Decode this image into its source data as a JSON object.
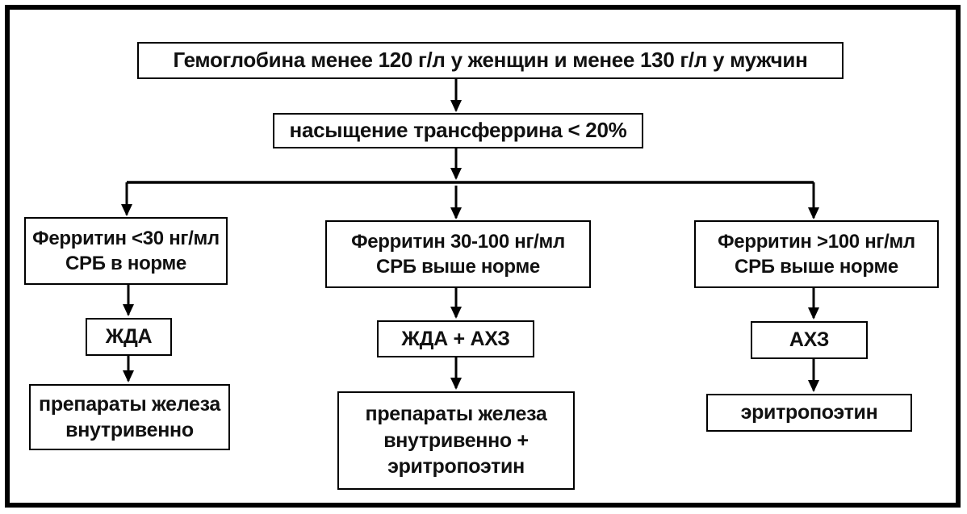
{
  "colors": {
    "background": "#ffffff",
    "frame": "#000000",
    "box_border": "#000000",
    "arrow": "#000000",
    "text": "#111111"
  },
  "nodes": {
    "hemoglobin_criteria": {
      "text": "Гемоглобина менее 120 г/л у женщин и менее 130 г/л у мужчин"
    },
    "transferrin_saturation": {
      "text": "насыщение трансферрина < 20%"
    },
    "branch_left_condition": {
      "line1": "Ферритин <30 нг/мл",
      "line2": "СРБ в норме"
    },
    "branch_middle_condition": {
      "line1": "Ферритин 30-100 нг/мл",
      "line2": "СРБ выше норме"
    },
    "branch_right_condition": {
      "line1": "Ферритин >100 нг/мл",
      "line2": "СРБ выше норме"
    },
    "diagnosis_left": {
      "text": "ЖДА"
    },
    "diagnosis_middle": {
      "text": "ЖДА + АХЗ"
    },
    "diagnosis_right": {
      "text": "АХЗ"
    },
    "treatment_left": {
      "line1": "препараты железа",
      "line2": "внутривенно"
    },
    "treatment_middle": {
      "line1": "препараты железа",
      "line2": "внутривенно +",
      "line3": "эритропоэтин"
    },
    "treatment_right": {
      "text": "эритропоэтин"
    }
  },
  "edges": [
    {
      "from": "hemoglobin_criteria",
      "to": "transferrin_saturation"
    },
    {
      "from": "transferrin_saturation",
      "to": "branch_left_condition"
    },
    {
      "from": "transferrin_saturation",
      "to": "branch_middle_condition"
    },
    {
      "from": "transferrin_saturation",
      "to": "branch_right_condition"
    },
    {
      "from": "branch_left_condition",
      "to": "diagnosis_left"
    },
    {
      "from": "diagnosis_left",
      "to": "treatment_left"
    },
    {
      "from": "branch_middle_condition",
      "to": "diagnosis_middle"
    },
    {
      "from": "diagnosis_middle",
      "to": "treatment_middle"
    },
    {
      "from": "branch_right_condition",
      "to": "diagnosis_right"
    },
    {
      "from": "diagnosis_right",
      "to": "treatment_right"
    }
  ]
}
